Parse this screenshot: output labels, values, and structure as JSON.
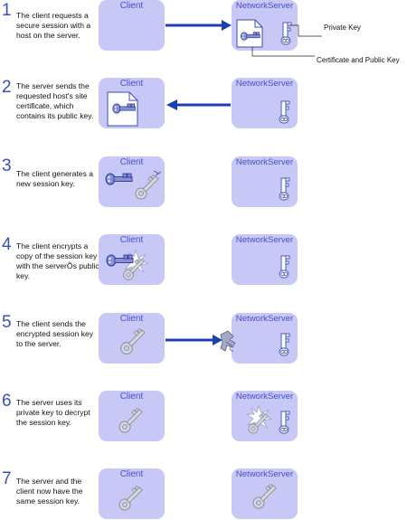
{
  "labels": {
    "client": "Client",
    "server": "NetworkServer",
    "private_key": "Private Key",
    "cert_public_key": "Certificate and Public Key"
  },
  "steps": [
    {
      "number": "1",
      "text": "The client requests a secure session with a host on the server."
    },
    {
      "number": "2",
      "text": "The server sends the requested host's site certificate, which contains its public key."
    },
    {
      "number": "3",
      "text": "The client generates a new session key."
    },
    {
      "number": "4",
      "text": "The client encrypts a copy of the session key with the serverÕs public key."
    },
    {
      "number": "5",
      "text": "The client sends the encrypted session key to the server."
    },
    {
      "number": "6",
      "text": "The server uses its private key to decrypt the session key."
    },
    {
      "number": "7",
      "text": "The server and the client now have the same session key."
    }
  ],
  "colors": {
    "box_fill": "#c8c8f6",
    "label_blue": "#4450c8",
    "arrow_blue": "#1a3fb0",
    "key_gray": "#9a9aa4",
    "public_key_blue": "#4a57b8"
  },
  "icons": [
    "arrow-right-icon",
    "arrow-left-icon",
    "private-key-icon",
    "public-key-icon",
    "certificate-icon",
    "session-key-icon",
    "encrypted-key-icon",
    "burst-icon"
  ]
}
